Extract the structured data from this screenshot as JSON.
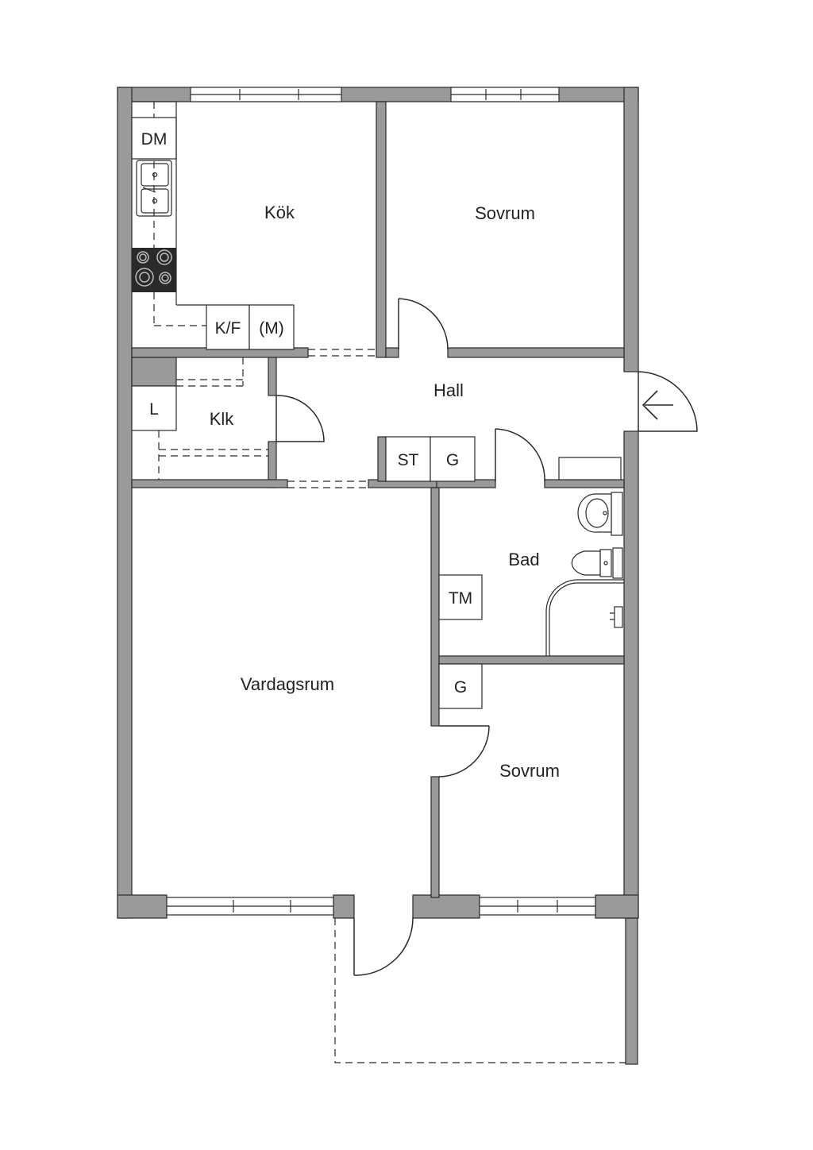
{
  "rooms": {
    "kitchen": "Kök",
    "bedroom_top": "Sovrum",
    "hall": "Hall",
    "closet": "Klk",
    "bath": "Bad",
    "living": "Vardagsrum",
    "bedroom_bottom": "Sovrum"
  },
  "fixtures": {
    "dishwasher": "DM",
    "fridge_freezer": "K/F",
    "microwave": "(M)",
    "linen": "L",
    "storage": "ST",
    "wardrobe_hall": "G",
    "dryer": "TM",
    "wardrobe_bedroom": "G"
  },
  "icons": [
    "entrance-arrow-icon",
    "sink-icon",
    "stove-icon",
    "toilet-icon",
    "washbasin-icon",
    "shower-icon"
  ],
  "colors": {
    "wall": "#9a9a9a",
    "line": "#2a2a2a",
    "background": "#ffffff"
  }
}
